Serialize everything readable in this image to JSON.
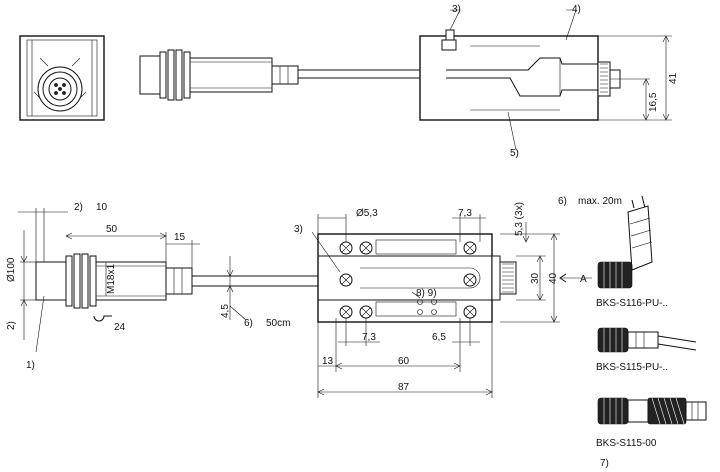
{
  "labels": {
    "ref_3_top": "3)",
    "ref_4_top": "4)",
    "ref_5_top": "5)",
    "ref_2_10": "2)",
    "dim_10": "10",
    "dim_50": "50",
    "dim_15": "15",
    "ref_2_left": "2)",
    "dia_100": "Ø100",
    "m18": "M18x1",
    "sw24": "24",
    "ref_1": "1)",
    "dim_45": "4,5",
    "ref_6_cable": "6)",
    "cable_len": "50cm",
    "ref_3_mid": "3)",
    "dia_53": "Ø5,3",
    "dim_73_top": "7,3",
    "dim_53_3x": "5,3 (3x)",
    "ref_89": "8) 9)",
    "dim_30": "30",
    "dim_40": "40",
    "view_a": "A",
    "dim_73_bot": "7,3",
    "dim_65": "6,5",
    "dim_13": "13",
    "dim_60": "60",
    "dim_87": "87",
    "dim_41": "41",
    "dim_165": "16,5",
    "ref_6_max": "6)",
    "max_len": "max. 20m",
    "conn_1": "BKS-S116-PU-..",
    "conn_2": "BKS-S115-PU-..",
    "conn_3": "BKS-S115-00",
    "ref_7": "7)"
  }
}
